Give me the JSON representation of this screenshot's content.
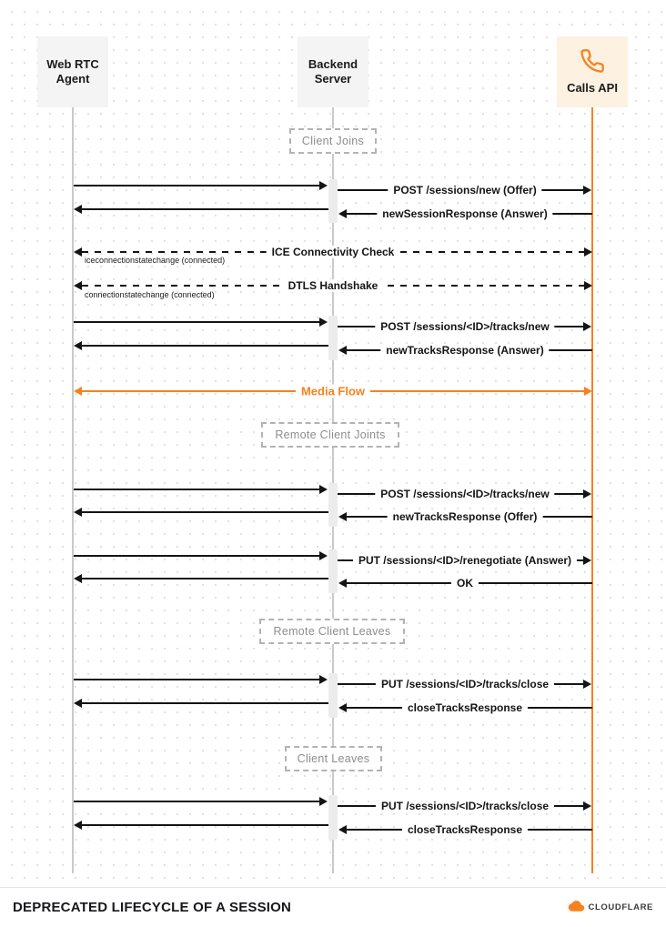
{
  "colors": {
    "accent_orange": "#f6821f",
    "arrow_black": "#141414",
    "lifeline_gray": "#c9c9c9"
  },
  "actors": {
    "webrtc": {
      "label": "Web RTC\nAgent"
    },
    "backend": {
      "label": "Backend\nServer"
    },
    "calls": {
      "label": "Calls API",
      "icon": "phone-icon"
    }
  },
  "sections": {
    "client_joins": "Client Joins",
    "remote_client_joins": "Remote Client Joints",
    "remote_client_leaves": "Remote Client Leaves",
    "client_leaves": "Client Leaves"
  },
  "messages": {
    "post_sessions_new": "POST /sessions/new (Offer)",
    "new_session_response": "newSessionResponse (Answer)",
    "ice_check": "ICE Connectivity Check",
    "ice_note": "iceconnectionstatechange (connected)",
    "dtls": "DTLS Handshake",
    "dtls_note": "connectionstatechange (connected)",
    "post_tracks_new_1": "POST /sessions/<ID>/tracks/new",
    "new_tracks_response_answer": "newTracksResponse (Answer)",
    "media_flow": "Media Flow",
    "post_tracks_new_2": "POST /sessions/<ID>/tracks/new",
    "new_tracks_response_offer": "newTracksResponse (Offer)",
    "put_renegotiate": "PUT /sessions/<ID>/renegotiate (Answer)",
    "ok": "OK",
    "put_tracks_close_1": "PUT /sessions/<ID>/tracks/close",
    "close_tracks_response_1": "closeTracksResponse",
    "put_tracks_close_2": "PUT /sessions/<ID>/tracks/close",
    "close_tracks_response_2": "closeTracksResponse"
  },
  "footer": {
    "title": "DEPRECATED LIFECYCLE OF A SESSION",
    "brand": "CLOUDFLARE"
  }
}
